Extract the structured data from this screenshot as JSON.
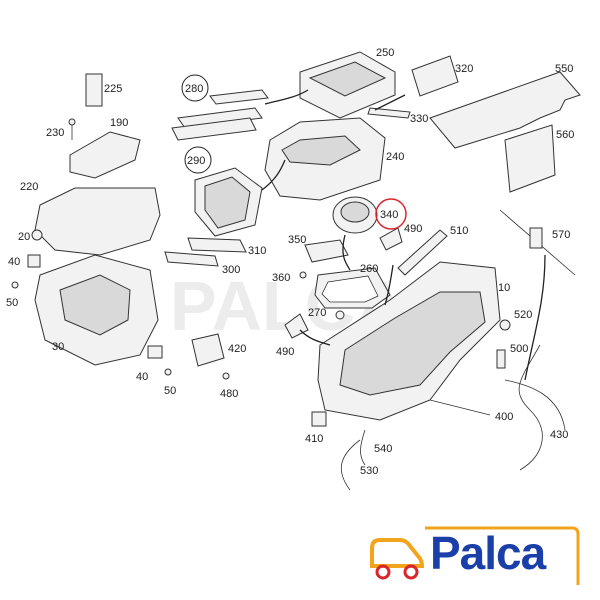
{
  "diagram": {
    "highlighted_part": "340",
    "highlight_color": "#d9262c",
    "labels": [
      "250",
      "320",
      "550",
      "225",
      "280",
      "330",
      "560",
      "230",
      "190",
      "240",
      "290",
      "220",
      "340",
      "490",
      "510",
      "570",
      "20",
      "350",
      "310",
      "260",
      "40",
      "360",
      "300",
      "10",
      "50",
      "270",
      "520",
      "30",
      "420",
      "490",
      "500",
      "40",
      "50",
      "480",
      "400",
      "410",
      "540",
      "430",
      "530"
    ]
  },
  "logo": {
    "text": "Palca",
    "text_color": "#1a3fa8",
    "truck_color": "#f2a41c",
    "wheel_color": "#d9262c"
  }
}
